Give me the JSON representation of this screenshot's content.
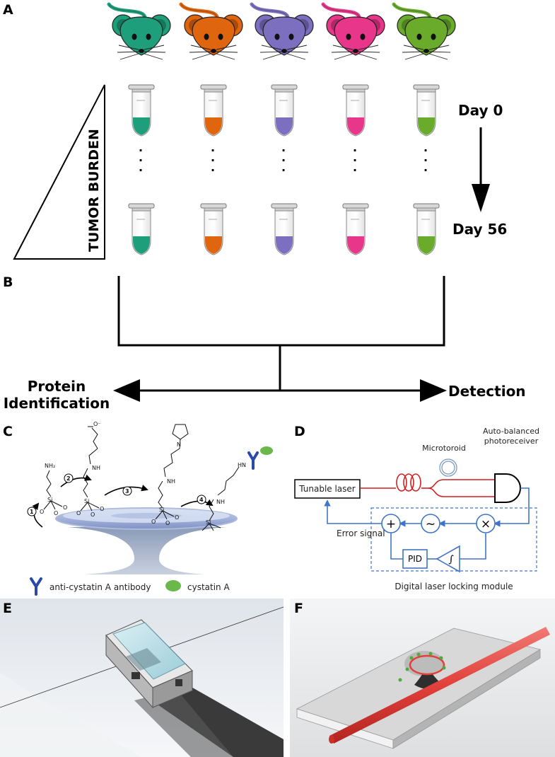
{
  "panels": {
    "a": "A",
    "b": "B",
    "c": "C",
    "d": "D",
    "e": "E",
    "f": "F"
  },
  "panel_a": {
    "mouse_colors": [
      "#1e9e7a",
      "#e0650f",
      "#7d6fc0",
      "#e8368a",
      "#6aab2c"
    ],
    "tumor_burden_label": "TUMOR BURDEN",
    "day_start": "Day 0",
    "day_end": "Day 56",
    "dots": "·"
  },
  "panel_b": {
    "left_label_line1": "Protein",
    "left_label_line2": "Identification",
    "right_label": "Detection"
  },
  "panel_c": {
    "legend_antibody": "anti-cystatin A antibody",
    "legend_cystatin": "cystatin A",
    "steps": [
      "1",
      "2",
      "3",
      "4"
    ],
    "antibody_color": "#2a4aa8",
    "cystatin_color": "#6ab84a",
    "chem_labels": {
      "nh2": "NH₂",
      "si": "Si",
      "o": "O",
      "nh": "NH",
      "hn": "HN",
      "n": "N",
      "o_minus": "O⁻"
    }
  },
  "panel_d": {
    "tunable_laser": "Tunable laser",
    "microtoroid": "Microtoroid",
    "photoreceiver_line1": "Auto-balanced",
    "photoreceiver_line2": "photoreceiver",
    "error_signal": "Error signal",
    "pid": "PID",
    "module_label": "Digital laser locking module",
    "sum_symbol": "+",
    "osc_symbol": "~",
    "mult_symbol": "×",
    "int_symbol": "∫",
    "fiber_color": "#d21f1f",
    "electric_color": "#3f74c9"
  },
  "panel_e": {},
  "panel_f": {
    "fiber_color": "#e2403b"
  }
}
